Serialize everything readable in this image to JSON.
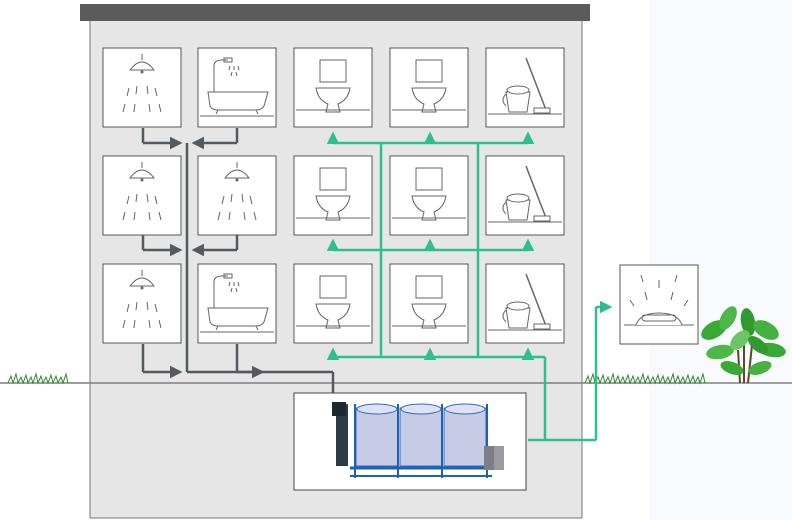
{
  "colors": {
    "greywater_line": "#555a5e",
    "recycled_line": "#2fbf8f",
    "building_fill": "#e6e6e6",
    "building_outline": "#7a7a7a",
    "roof": "#5b5b5b",
    "room_fill": "#ffffff",
    "icon_stroke": "#666666",
    "grass": "#2e8b2e",
    "shrub": "#39a935"
  },
  "rooms": [
    {
      "floor": 3,
      "fixture": "shower-icon",
      "flow": "greywater-out"
    },
    {
      "floor": 3,
      "fixture": "bathtub-icon",
      "flow": "greywater-out"
    },
    {
      "floor": 3,
      "fixture": "toilet-icon",
      "flow": "recycled-in"
    },
    {
      "floor": 3,
      "fixture": "toilet-icon",
      "flow": "recycled-in"
    },
    {
      "floor": 3,
      "fixture": "mop-bucket-icon",
      "flow": "recycled-in"
    },
    {
      "floor": 2,
      "fixture": "shower-icon",
      "flow": "greywater-out"
    },
    {
      "floor": 2,
      "fixture": "shower-icon",
      "flow": "greywater-out"
    },
    {
      "floor": 2,
      "fixture": "toilet-icon",
      "flow": "recycled-in"
    },
    {
      "floor": 2,
      "fixture": "toilet-icon",
      "flow": "recycled-in"
    },
    {
      "floor": 2,
      "fixture": "mop-bucket-icon",
      "flow": "recycled-in"
    },
    {
      "floor": 1,
      "fixture": "shower-icon",
      "flow": "greywater-out"
    },
    {
      "floor": 1,
      "fixture": "bathtub-icon",
      "flow": "greywater-out"
    },
    {
      "floor": 1,
      "fixture": "toilet-icon",
      "flow": "recycled-in"
    },
    {
      "floor": 1,
      "fixture": "toilet-icon",
      "flow": "recycled-in"
    },
    {
      "floor": 1,
      "fixture": "mop-bucket-icon",
      "flow": "recycled-in"
    }
  ],
  "outdoor": {
    "fixture": "sprinkler-icon",
    "flow": "recycled-in"
  },
  "basement": {
    "equipment": "water-treatment-unit-icon"
  }
}
